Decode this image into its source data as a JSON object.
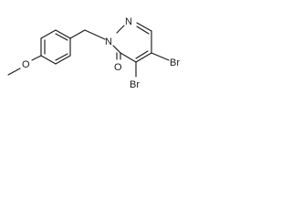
{
  "molecule": {
    "atoms": {
      "methoxy_oxygen": "O",
      "ring_nitrogen_1": "N",
      "ring_nitrogen_2": "N",
      "carbonyl_oxygen": "O",
      "bromine_upper": "Br",
      "bromine_lower": "Br"
    }
  }
}
